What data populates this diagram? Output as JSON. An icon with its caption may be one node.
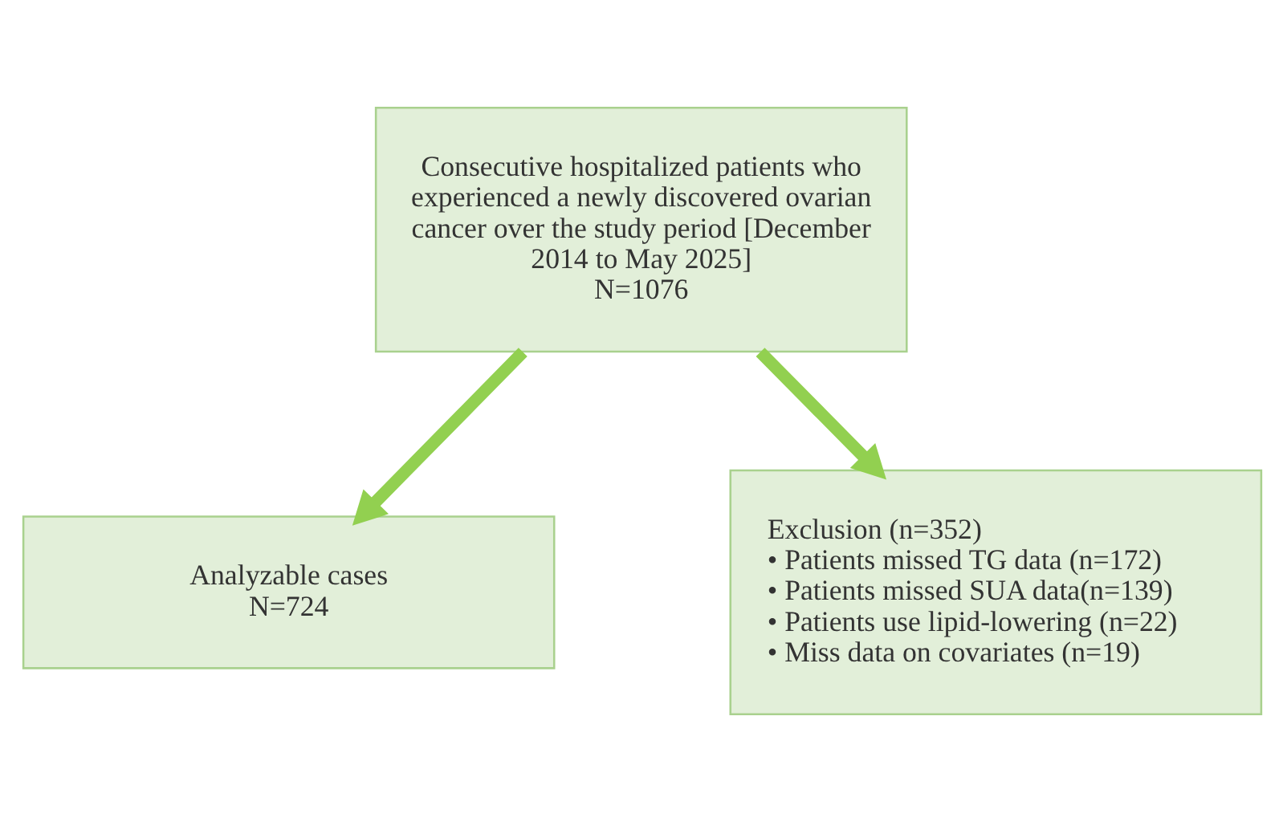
{
  "diagram": {
    "nodes": [
      {
        "text": [
          "Consecutive hospitalized patients who experienced a newly discovered ovarian cancer over the study period [December 2014 to May 2025]",
          "N=1076"
        ]
      },
      {
        "text": [
          "Exclusion (n=352)",
          "• Patients missed TG data (n=172)",
          "• Patients missed SUA data(n=139)",
          "• Patients use lipid-lowering (n=22)",
          "• Miss data on covariates (n=19)"
        ]
      },
      {
        "text": [
          "Analyzable cases",
          "N=724"
        ]
      }
    ],
    "edges": [
      {
        "from": 0,
        "to": 1,
        "arrow": "to"
      },
      {
        "from": 0,
        "to": 2,
        "arrow": "to"
      }
    ]
  }
}
